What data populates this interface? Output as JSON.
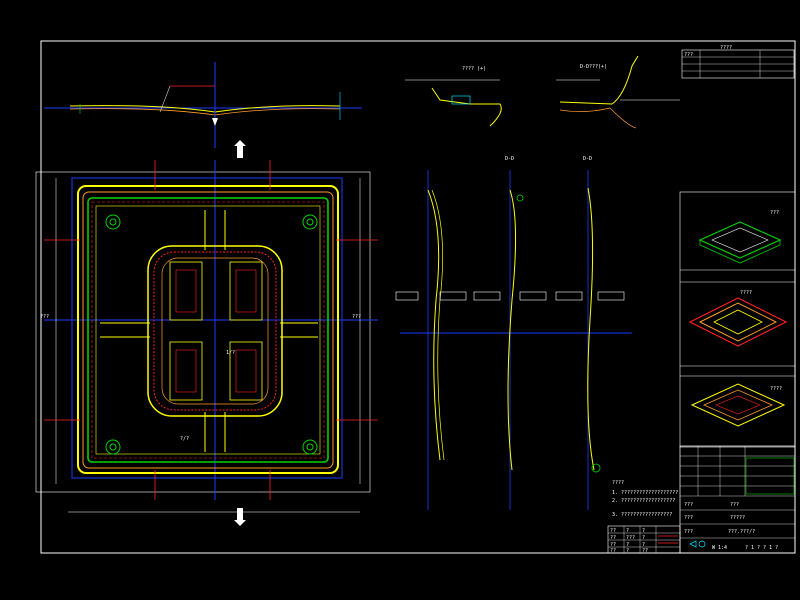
{
  "palette": {
    "background": "#000000",
    "frame": "#ffffff",
    "outline": "#ffff00",
    "axis": "#1c3cff",
    "green": "#00d200",
    "red": "#ff2020",
    "cyan": "#00e0ff",
    "orange": "#ff9a2a",
    "magenta": "#ff30ff"
  },
  "section_views": {
    "top_left_label": "???? (+)",
    "top_right_label": "D-D???(+)",
    "mid_labels": [
      "D-D",
      "D-D"
    ]
  },
  "dimension_labels": {
    "left": "???",
    "right": "???",
    "top_right_small": "???",
    "scale_a": "?/?",
    "scale_b": "1/?"
  },
  "title_block": {
    "header": "????",
    "company": "???",
    "drawing_name": "?????",
    "drawing_no": "???.???/?",
    "scale": "W 1:4",
    "sheet": "? 1 ? ? 1 ?",
    "rev_rows": [
      [
        "??",
        "?",
        "?"
      ],
      [
        "??",
        "???",
        "?"
      ],
      [
        "??",
        "?",
        "?"
      ],
      [
        "??",
        "?",
        "??"
      ]
    ],
    "cell_labels": [
      "???",
      "???",
      "???"
    ],
    "projection_icon": "projection-icon"
  },
  "notes": {
    "heading": "????",
    "lines": [
      "1. ???????????????????",
      "2. ??????????????????",
      "3. ?????????????????"
    ]
  },
  "iso_panels": [
    {
      "label": "???"
    },
    {
      "label": "????"
    },
    {
      "label": "????"
    }
  ]
}
